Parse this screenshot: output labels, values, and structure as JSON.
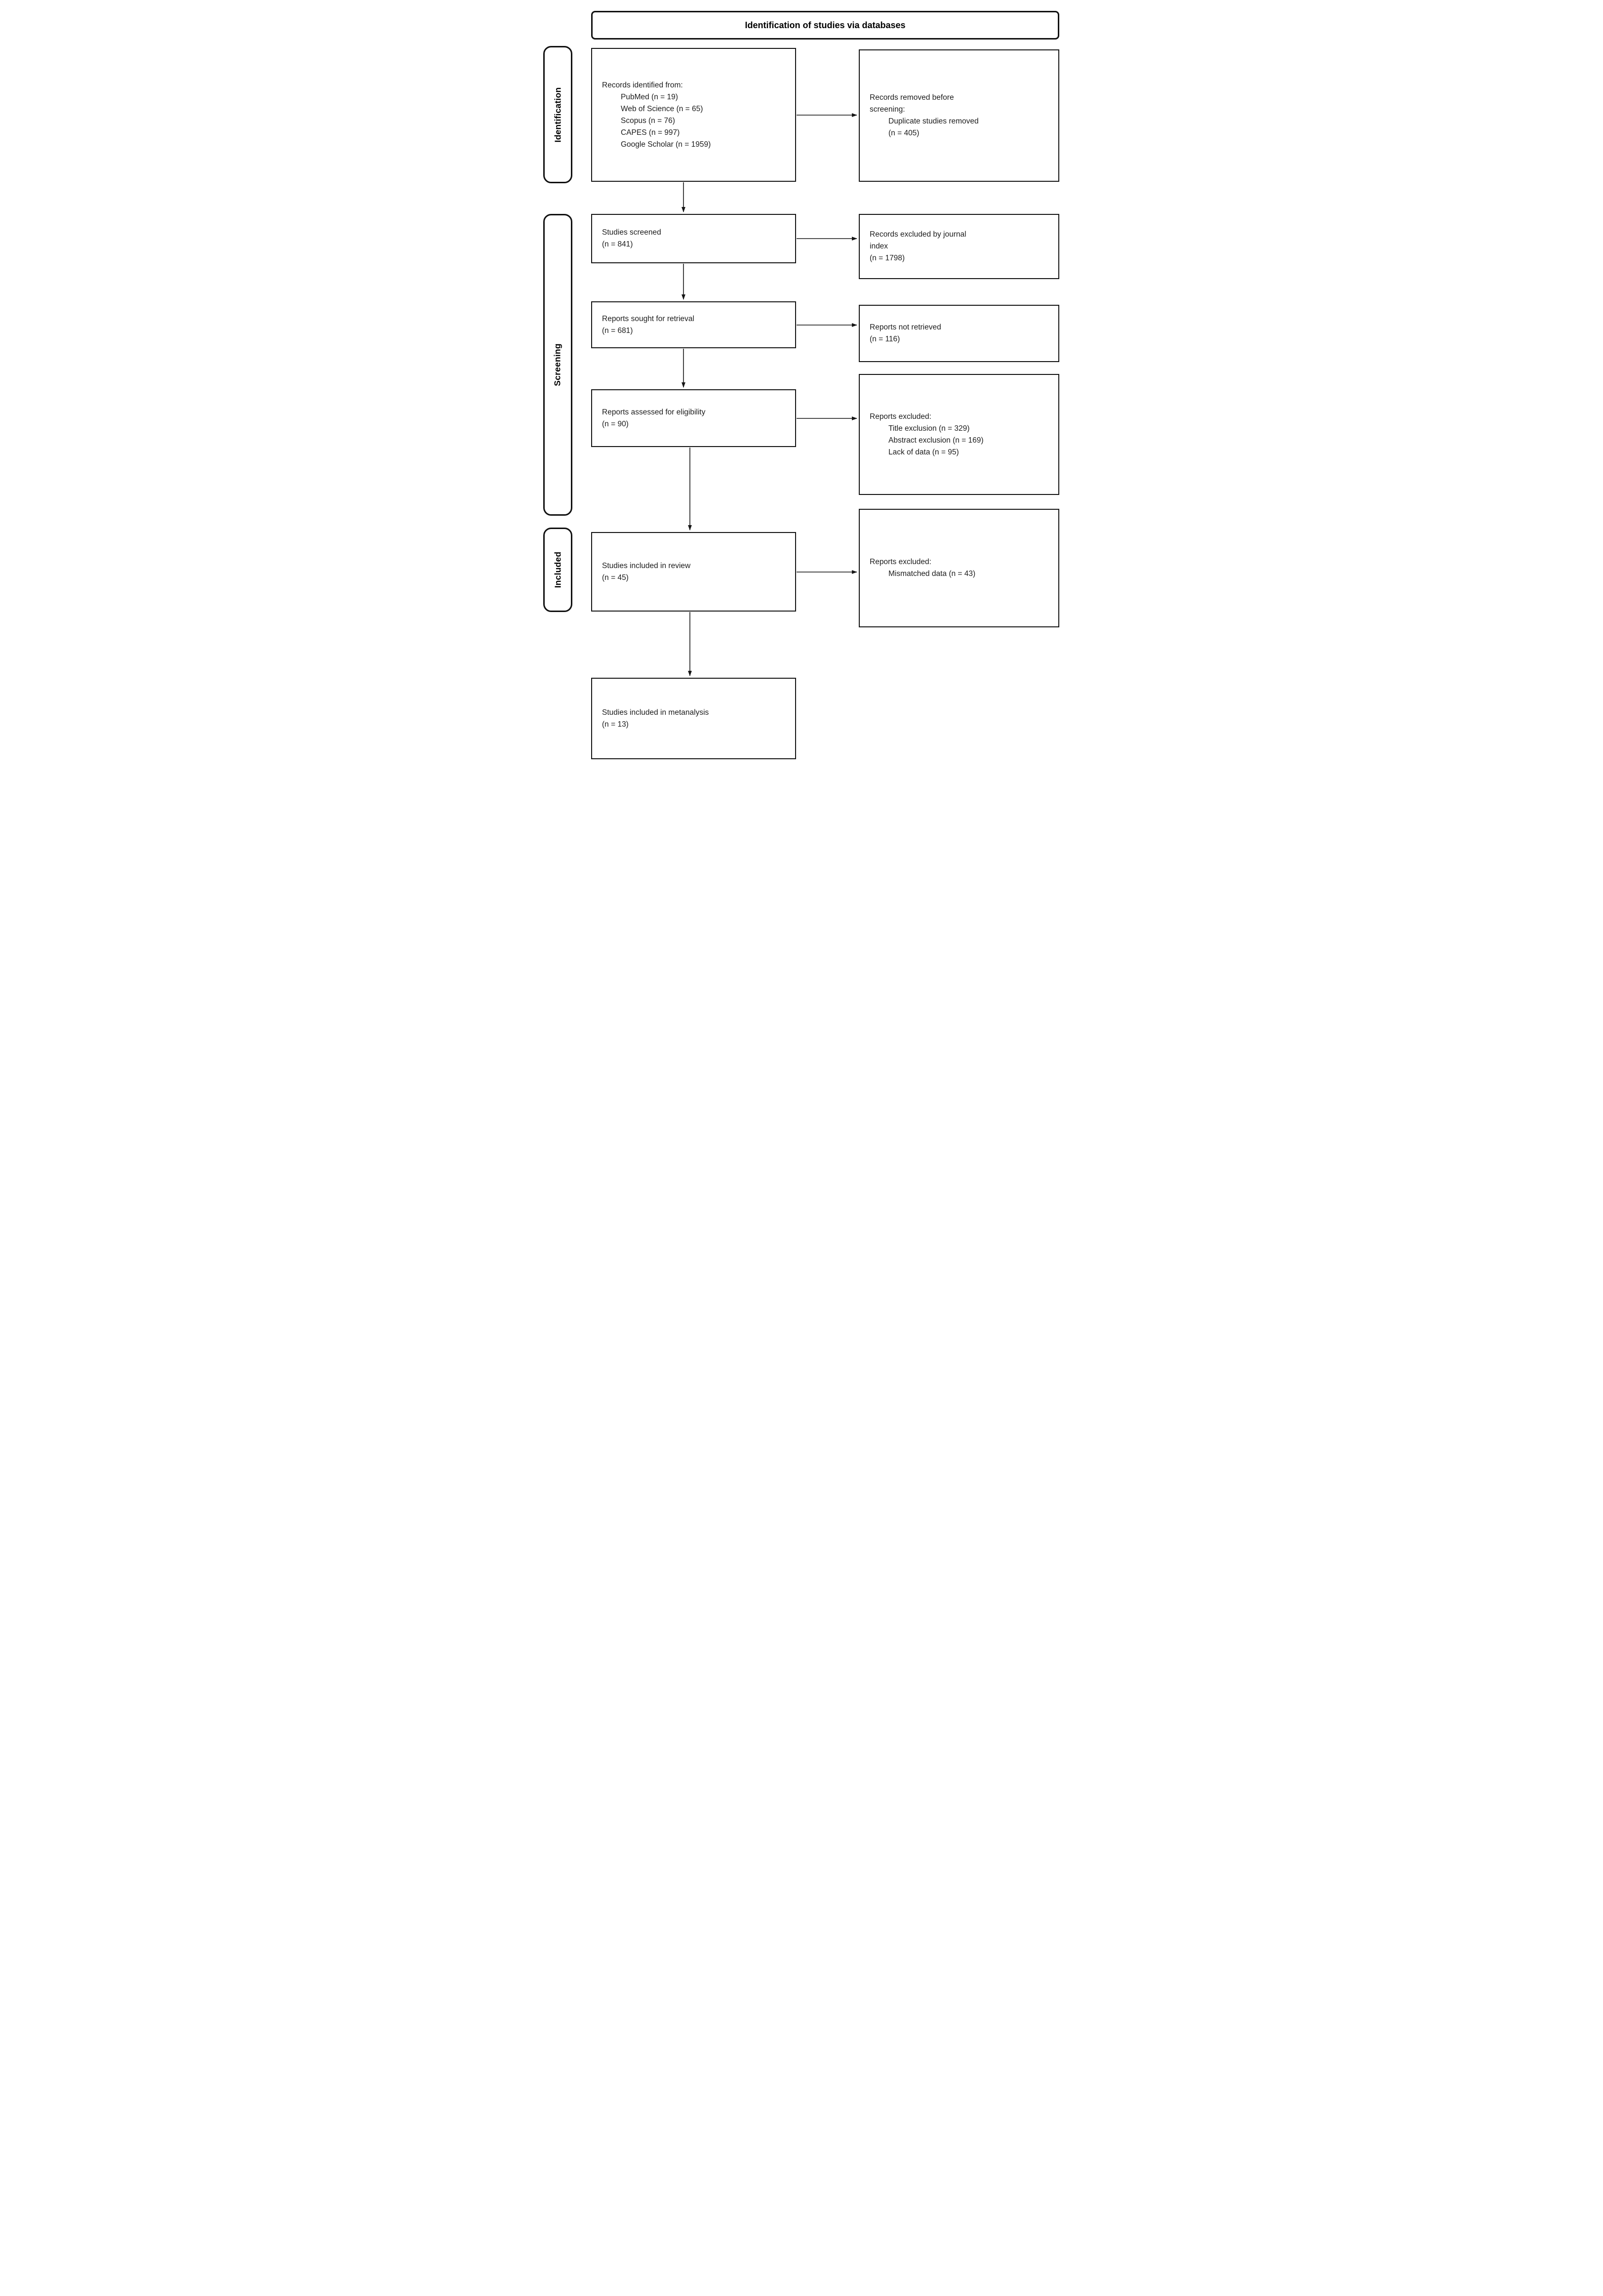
{
  "title": "Identification of studies via databases",
  "stage_labels": {
    "identification": "Identification",
    "screening": "Screening",
    "included": "Included"
  },
  "flow_boxes": {
    "records_identified": {
      "lines": [
        {
          "t": "Records identified from:",
          "i": 0
        },
        {
          "t": "PubMed (n = 19)",
          "i": 1
        },
        {
          "t": "Web of Science (n = 65)",
          "i": 1
        },
        {
          "t": "Scopus (n = 76)",
          "i": 1
        },
        {
          "t": "CAPES (n = 997)",
          "i": 1
        },
        {
          "t": "Google Scholar (n = 1959)",
          "i": 1
        }
      ]
    },
    "records_removed": {
      "lines": [
        {
          "t": "Records removed before",
          "i": 0
        },
        {
          "t": "screening:",
          "i": 0
        },
        {
          "t": "Duplicate studies removed",
          "i": 1
        },
        {
          "t": "(n = 405)",
          "i": 1
        }
      ]
    },
    "studies_screened": {
      "lines": [
        {
          "t": "Studies screened",
          "i": 0
        },
        {
          "t": "(n = 841)",
          "i": 0
        }
      ]
    },
    "records_excluded_journal": {
      "lines": [
        {
          "t": "Records excluded by journal",
          "i": 0
        },
        {
          "t": "index",
          "i": 0
        },
        {
          "t": "(n = 1798)",
          "i": 0
        }
      ]
    },
    "reports_sought": {
      "lines": [
        {
          "t": "Reports sought for retrieval",
          "i": 0
        },
        {
          "t": "(n = 681)",
          "i": 0
        }
      ]
    },
    "reports_not_retrieved": {
      "lines": [
        {
          "t": "Reports not retrieved",
          "i": 0
        },
        {
          "t": "(n = 116)",
          "i": 0
        }
      ]
    },
    "reports_assessed": {
      "lines": [
        {
          "t": "Reports assessed for eligibility",
          "i": 0
        },
        {
          "t": "(n = 90)",
          "i": 0
        }
      ]
    },
    "reports_excluded_eligibility": {
      "lines": [
        {
          "t": "Reports excluded:",
          "i": 0
        },
        {
          "t": "Title exclusion (n = 329)",
          "i": 1
        },
        {
          "t": "Abstract exclusion (n = 169)",
          "i": 1
        },
        {
          "t": "Lack of data (n = 95)",
          "i": 1
        }
      ]
    },
    "studies_included_review": {
      "lines": [
        {
          "t": "Studies included in review",
          "i": 0
        },
        {
          "t": "(n = 45)",
          "i": 0
        }
      ]
    },
    "reports_excluded_mismatched": {
      "lines": [
        {
          "t": "Reports excluded:",
          "i": 0
        },
        {
          "t": "Mismatched data (n = 43)",
          "i": 1
        }
      ]
    },
    "studies_included_metanalysis": {
      "lines": [
        {
          "t": "Studies included in metanalysis",
          "i": 0
        },
        {
          "t": "(n = 13)",
          "i": 0
        }
      ]
    }
  },
  "colors": {
    "line": "#161616",
    "text": "#1c1c1c",
    "background": "#ffffff"
  }
}
